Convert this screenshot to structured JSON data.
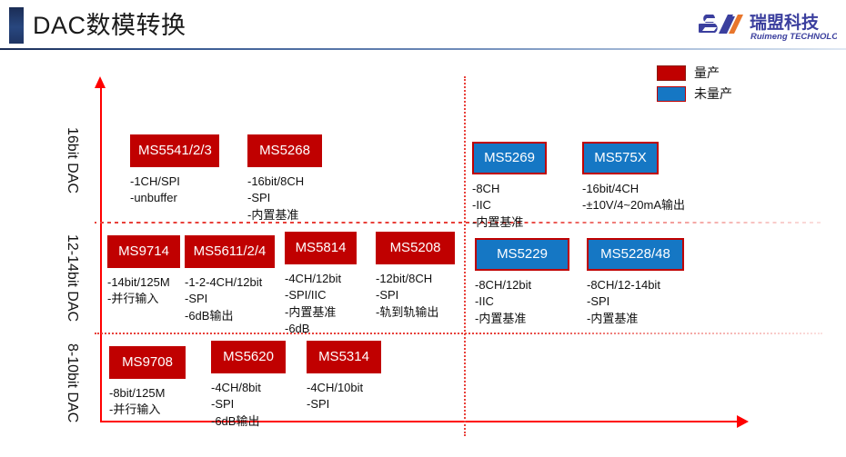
{
  "header": {
    "title": "DAC数模转换",
    "logo": {
      "mark": "RM-monogram",
      "cn_name": "瑞盟科技",
      "en_name": "Ruimeng TECHNOLOGY"
    }
  },
  "colors": {
    "mass_production": "#c00000",
    "not_mass_production": "#1577c4",
    "axis": "#ff0000",
    "header_accent": "#1b2d55"
  },
  "legend": {
    "items": [
      {
        "label": "量产",
        "swatch": "red"
      },
      {
        "label": "未量产",
        "swatch": "blue"
      }
    ]
  },
  "axes": {
    "y_label_icon": "up-arrow",
    "x_label_icon": "right-arrow",
    "row_labels": [
      "16bit DAC",
      "12-14bit DAC",
      "8-10bit DAC"
    ]
  },
  "chart_data": {
    "type": "table",
    "title": "DAC数模转换",
    "xlabel": "",
    "ylabel": "",
    "legend": [
      "量产",
      "未量产"
    ],
    "rows": [
      {
        "label": "16bit DAC",
        "left_group": [
          {
            "name": "MS5541/2/3",
            "status": "量产",
            "specs": [
              "-1CH/SPI",
              "-unbuffer"
            ]
          },
          {
            "name": "MS5268",
            "status": "量产",
            "specs": [
              "-16bit/8CH",
              "-SPI",
              "-内置基准"
            ]
          }
        ],
        "right_group": [
          {
            "name": "MS5269",
            "status": "未量产",
            "specs": [
              "-8CH",
              "-IIC",
              "-内置基准"
            ]
          },
          {
            "name": "MS575X",
            "status": "未量产",
            "specs": [
              "-16bit/4CH",
              "-±10V/4~20mA输出"
            ]
          }
        ]
      },
      {
        "label": "12-14bit DAC",
        "left_group": [
          {
            "name": "MS9714",
            "status": "量产",
            "specs": [
              "-14bit/125M",
              "-并行输入"
            ]
          },
          {
            "name": "MS5611/2/4",
            "status": "量产",
            "specs": [
              "-1-2-4CH/12bit",
              "-SPI",
              "-6dB输出"
            ]
          },
          {
            "name": "MS5814",
            "status": "量产",
            "specs": [
              "-4CH/12bit",
              "-SPI/IIC",
              "-内置基准",
              "-6dB"
            ]
          },
          {
            "name": "MS5208",
            "status": "量产",
            "specs": [
              "-12bit/8CH",
              "-SPI",
              "-轨到轨输出"
            ]
          }
        ],
        "right_group": [
          {
            "name": "MS5229",
            "status": "未量产",
            "specs": [
              "-8CH/12bit",
              "-IIC",
              "-内置基准"
            ]
          },
          {
            "name": "MS5228/48",
            "status": "未量产",
            "specs": [
              "-8CH/12-14bit",
              "-SPI",
              "-内置基准"
            ]
          }
        ]
      },
      {
        "label": "8-10bit DAC",
        "left_group": [
          {
            "name": "MS9708",
            "status": "量产",
            "specs": [
              "-8bit/125M",
              "-并行输入"
            ]
          },
          {
            "name": "MS5620",
            "status": "量产",
            "specs": [
              "-4CH/8bit",
              "-SPI",
              "-6dB输出"
            ]
          },
          {
            "name": "MS5314",
            "status": "量产",
            "specs": [
              "-4CH/10bit",
              "-SPI"
            ]
          }
        ],
        "right_group": []
      }
    ]
  },
  "cells": {
    "r1c1": {
      "name": "MS5541/2/3",
      "s0": "-1CH/SPI",
      "s1": "-unbuffer",
      "s2": "",
      "s3": ""
    },
    "r1c2": {
      "name": "MS5268",
      "s0": "-16bit/8CH",
      "s1": "-SPI",
      "s2": "-内置基准",
      "s3": ""
    },
    "r1c3": {
      "name": "MS5269",
      "s0": "-8CH",
      "s1": "-IIC",
      "s2": "-内置基准",
      "s3": ""
    },
    "r1c4": {
      "name": "MS575X",
      "s0": "-16bit/4CH",
      "s1": "-±10V/4~20mA输出",
      "s2": "",
      "s3": ""
    },
    "r2c1": {
      "name": "MS9714",
      "s0": "-14bit/125M",
      "s1": "-并行输入",
      "s2": "",
      "s3": ""
    },
    "r2c2": {
      "name": "MS5611/2/4",
      "s0": "-1-2-4CH/12bit",
      "s1": "-SPI",
      "s2": "-6dB输出",
      "s3": ""
    },
    "r2c3": {
      "name": "MS5814",
      "s0": "-4CH/12bit",
      "s1": "-SPI/IIC",
      "s2": "-内置基准",
      "s3": "-6dB"
    },
    "r2c4": {
      "name": "MS5208",
      "s0": "-12bit/8CH",
      "s1": "-SPI",
      "s2": "-轨到轨输出",
      "s3": ""
    },
    "r2c5": {
      "name": "MS5229",
      "s0": "-8CH/12bit",
      "s1": "-IIC",
      "s2": "-内置基准",
      "s3": ""
    },
    "r2c6": {
      "name": "MS5228/48",
      "s0": "-8CH/12-14bit",
      "s1": "-SPI",
      "s2": "-内置基准",
      "s3": ""
    },
    "r3c1": {
      "name": "MS9708",
      "s0": "-8bit/125M",
      "s1": "-并行输入",
      "s2": "",
      "s3": ""
    },
    "r3c2": {
      "name": "MS5620",
      "s0": "-4CH/8bit",
      "s1": "-SPI",
      "s2": "-6dB输出",
      "s3": ""
    },
    "r3c3": {
      "name": "MS5314",
      "s0": "-4CH/10bit",
      "s1": "-SPI",
      "s2": "",
      "s3": ""
    }
  }
}
